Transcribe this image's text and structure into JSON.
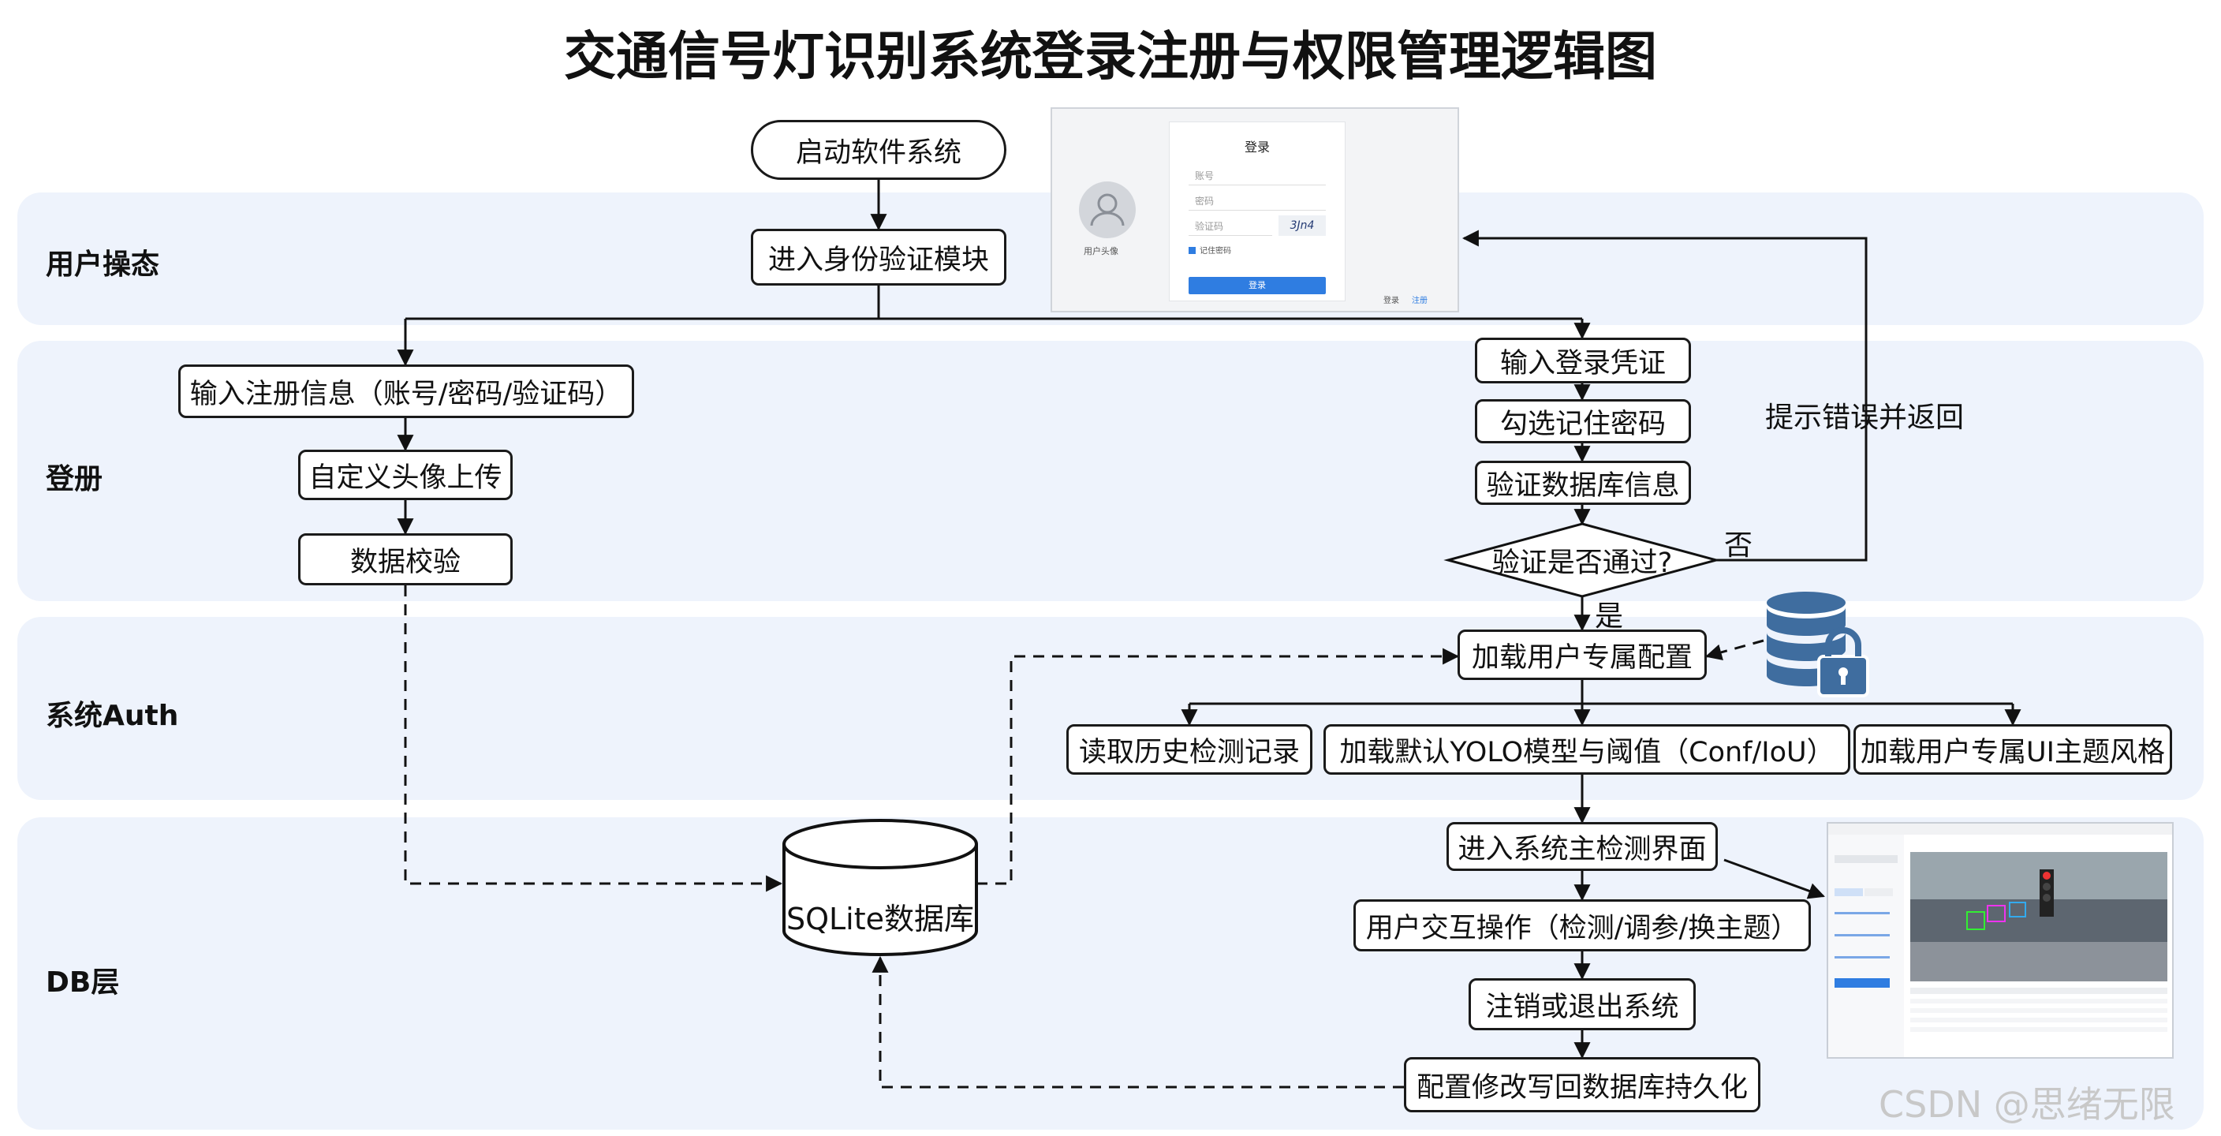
{
  "title": "交通信号灯识别系统登录注册与权限管理逻辑图",
  "lanes": {
    "user": "用户操态",
    "register": "登册",
    "auth": "系统Auth",
    "db": "DB层"
  },
  "nodes": {
    "start": "启动软件系统",
    "enter_auth": "进入身份验证模块",
    "reg_input": "输入注册信息（账号/密码/验证码）",
    "avatar": "自定义头像上传",
    "data_check": "数据校验",
    "login_input": "输入登录凭证",
    "remember": "勾选记住密码",
    "verify_db": "验证数据库信息",
    "decision": "验证是否通过?",
    "load_user_config": "加载用户专属配置",
    "read_history": "读取历史检测记录",
    "load_model": "加载默认YOLO模型与阈值（Conf/IoU）",
    "load_theme": "加载用户专属UI主题风格",
    "enter_main": "进入系统主检测界面",
    "interaction": "用户交互操作（检测/调参/换主题）",
    "logout": "注销或退出系统",
    "write_back": "配置修改写回数据库持久化",
    "sqlite": "SQLite数据库"
  },
  "edge_labels": {
    "no": "否",
    "yes": "是",
    "error_return": "提示错误并返回"
  },
  "login_mock": {
    "heading": "登录",
    "account_placeholder": "账号",
    "password_placeholder": "密码",
    "captcha_placeholder": "验证码",
    "captcha_code": "3Jn4",
    "remember_label": "记住密码",
    "login_button": "登录",
    "avatar_caption": "用户头像",
    "footer_login": "登录",
    "footer_register": "注册"
  },
  "watermark": "CSDN @思绪无限",
  "colors": {
    "lane_bg": "#eef3fc",
    "db_icon": "#3f6d9f",
    "accent_blue": "#2f7de1"
  }
}
